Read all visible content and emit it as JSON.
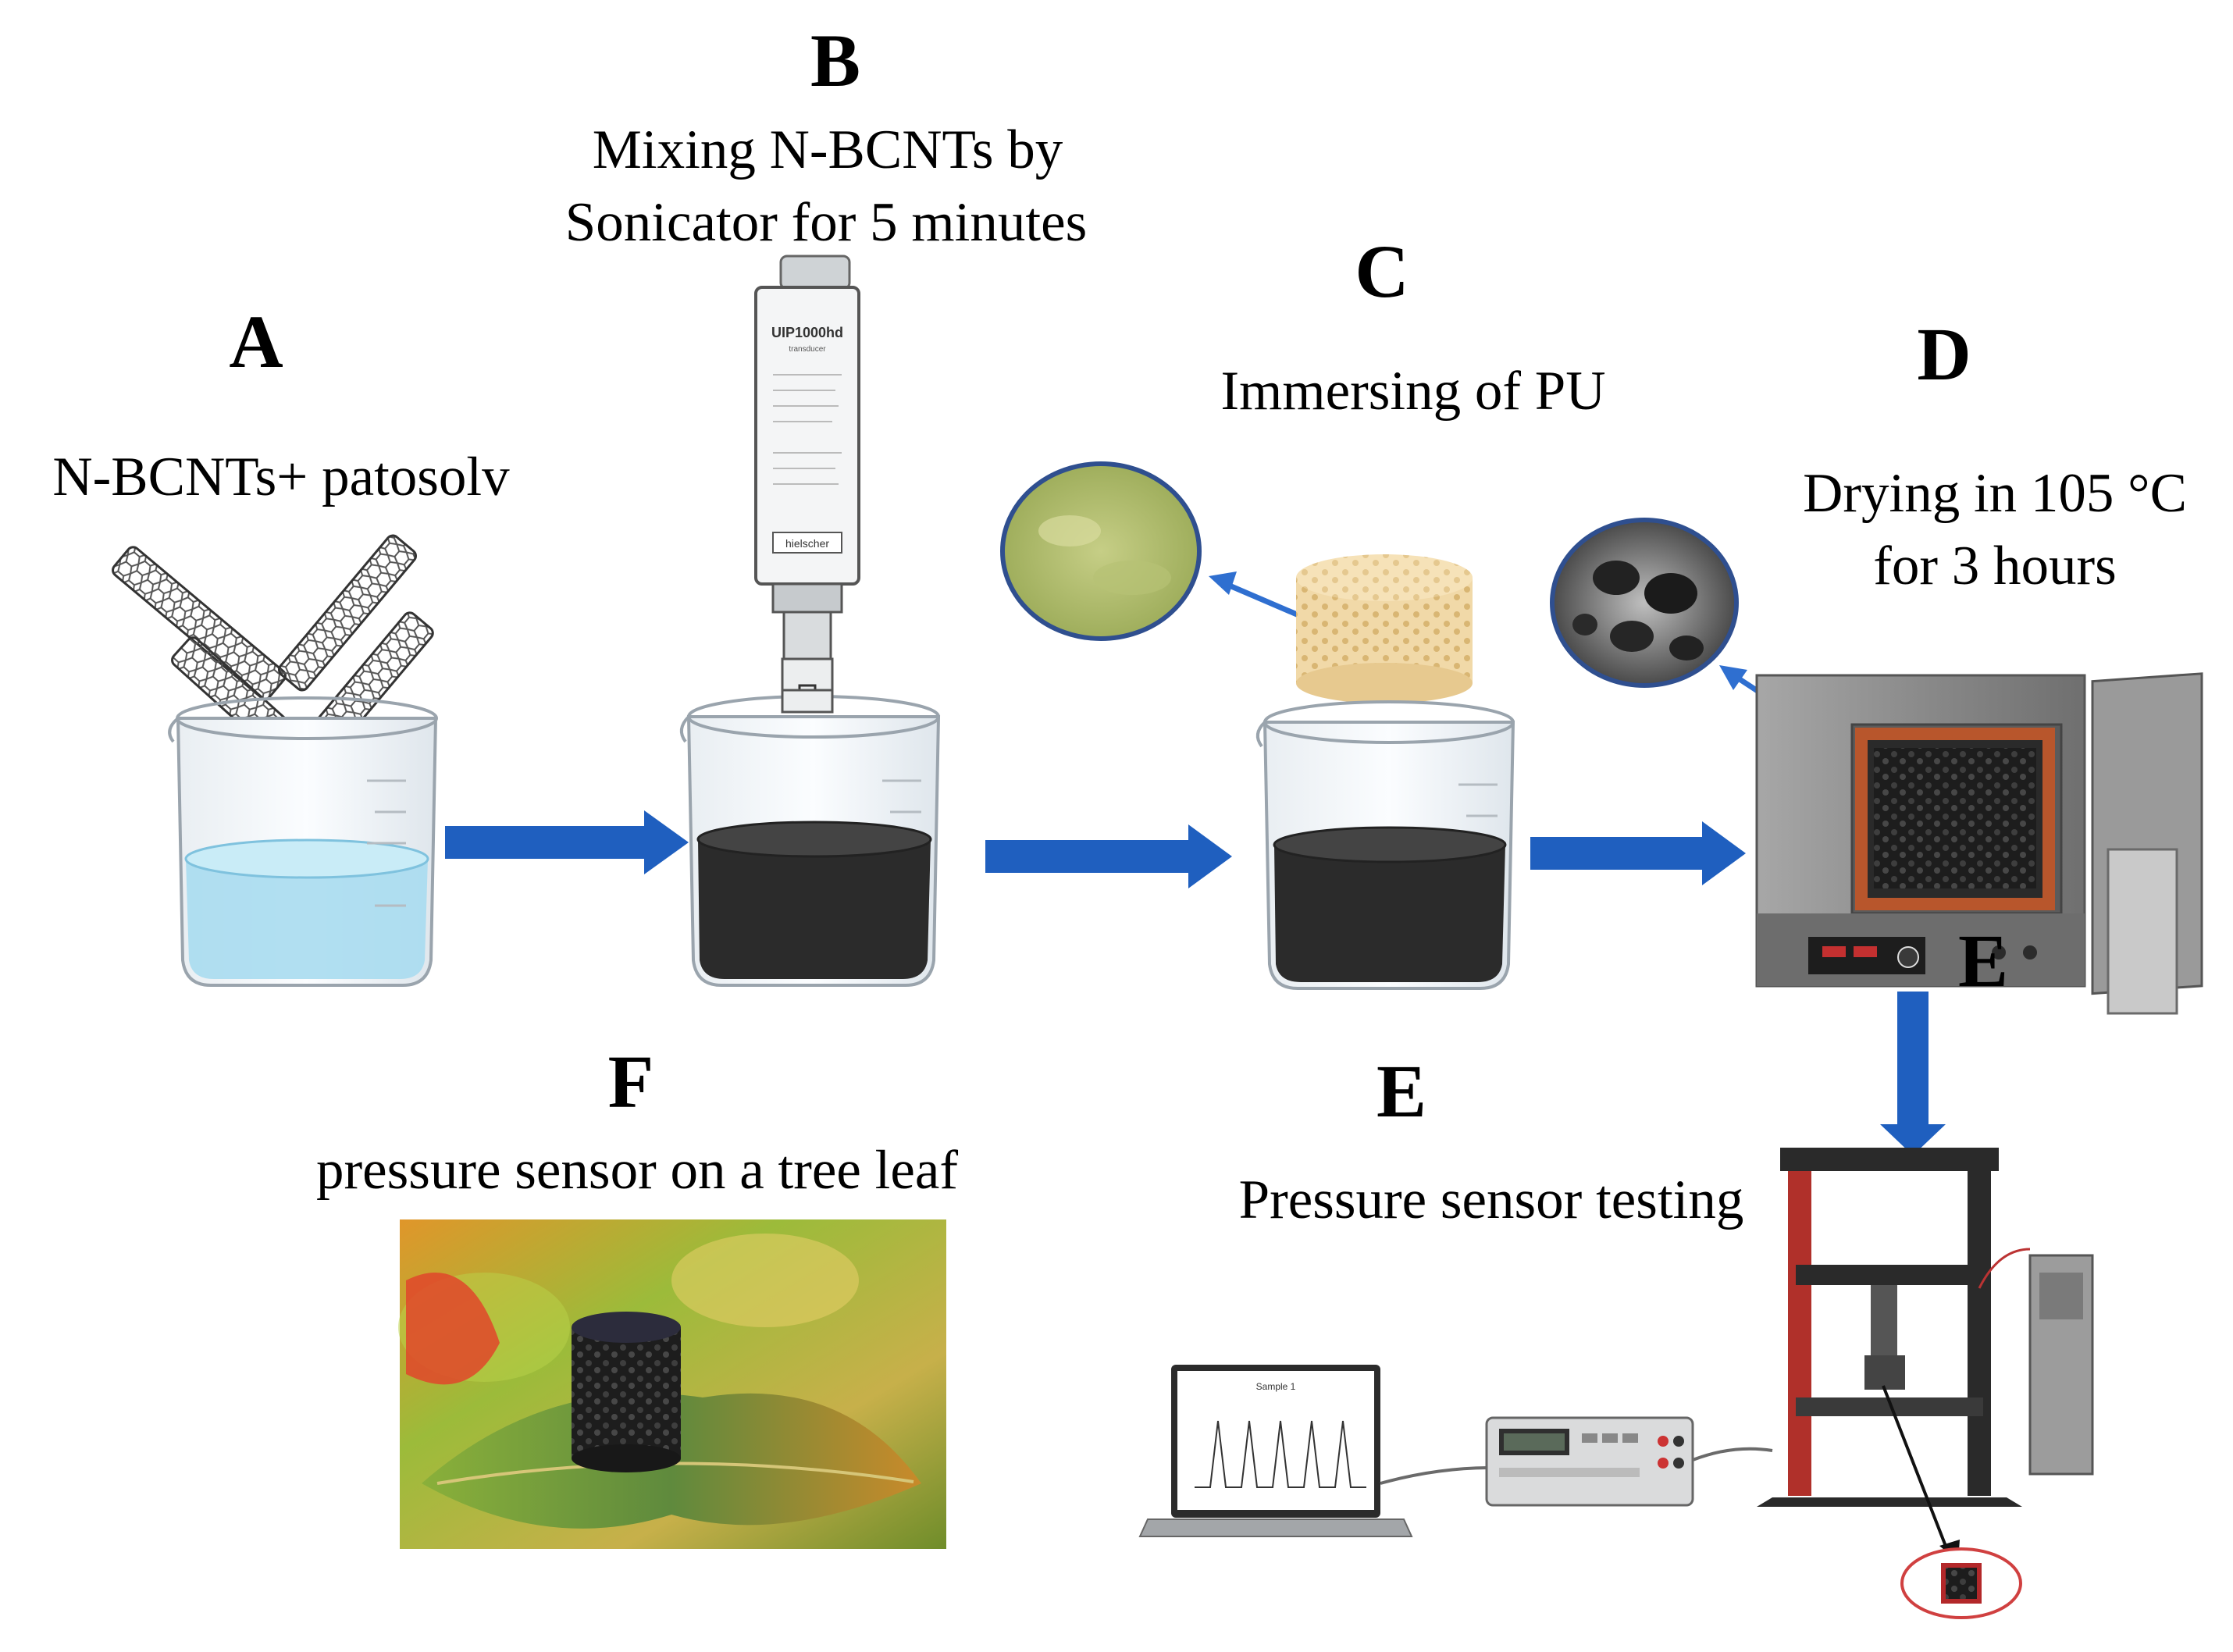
{
  "stages": {
    "A": {
      "letter": "A",
      "caption": "N-BCNTs+ patosolv"
    },
    "B": {
      "letter": "B",
      "caption_line1": "Mixing N-BCNTs by",
      "caption_line2": "Sonicator for 5 minutes",
      "device_model": "UIP1000hd",
      "device_sub": "transducer",
      "device_brand": "hielscher"
    },
    "C": {
      "letter": "C",
      "caption": "Immersing  of PU"
    },
    "D": {
      "letter": "D",
      "caption_line1": "Drying in 105 °C",
      "caption_line2": "for 3 hours",
      "stray_letter": "E"
    },
    "E": {
      "letter": "E",
      "caption": "Pressure sensor testing",
      "chart_legend": "Sample 1"
    },
    "F": {
      "letter": "F",
      "caption": "pressure sensor on a tree leaf"
    }
  },
  "colors": {
    "arrow": "#1f5fbf",
    "liquid_blue": "#a9dcef",
    "liquid_dark": "#2b2b2b",
    "foam": "#f1d9a8",
    "oven": "#8c8c8c",
    "frame_red": "#b0302a"
  },
  "icons": [
    "nanotube-icon",
    "beaker-icon",
    "sonicator-icon",
    "foam-icon",
    "oven-icon",
    "laptop-icon",
    "multimeter-icon",
    "tester-icon"
  ]
}
